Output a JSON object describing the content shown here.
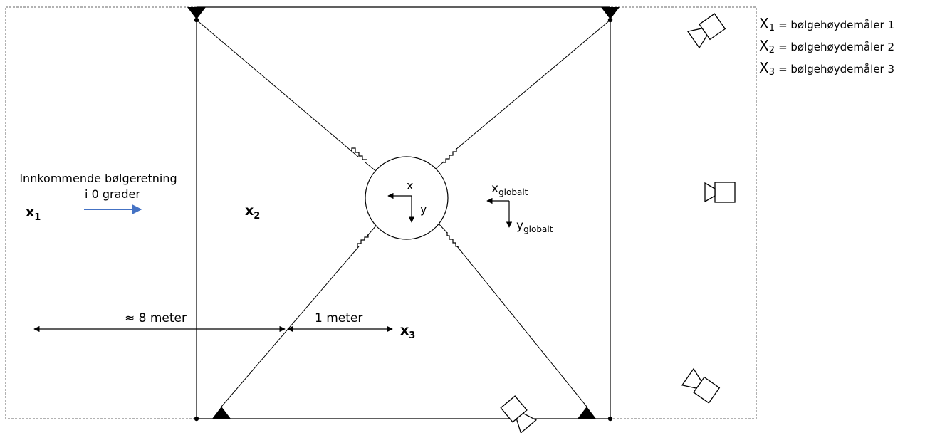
{
  "legend": [
    {
      "symbol": "X",
      "index": "1",
      "text": "= bølgehøydemåler 1"
    },
    {
      "symbol": "X",
      "index": "2",
      "text": "= bølgehøydemåler 2"
    },
    {
      "symbol": "X",
      "index": "3",
      "text": "= bølgehøydemåler 3"
    }
  ],
  "wave": {
    "line1": "Innkommende bølgeretning",
    "line2": "i 0 grader",
    "arrow_color": "#4472c4"
  },
  "gauges": {
    "x1": {
      "symbol": "x",
      "index": "1"
    },
    "x2": {
      "symbol": "x",
      "index": "2"
    },
    "x3": {
      "symbol": "x",
      "index": "3"
    }
  },
  "dimensions": {
    "left": "≈ 8 meter",
    "right": "1 meter"
  },
  "local_axes": {
    "x": "x",
    "y": "y"
  },
  "global_axes": {
    "x": "x",
    "x_sub": "globalt",
    "y": "y",
    "y_sub": "globalt"
  },
  "icons": [
    "camera-icon",
    "anchor-triangle-icon",
    "mooring-spring-icon"
  ]
}
